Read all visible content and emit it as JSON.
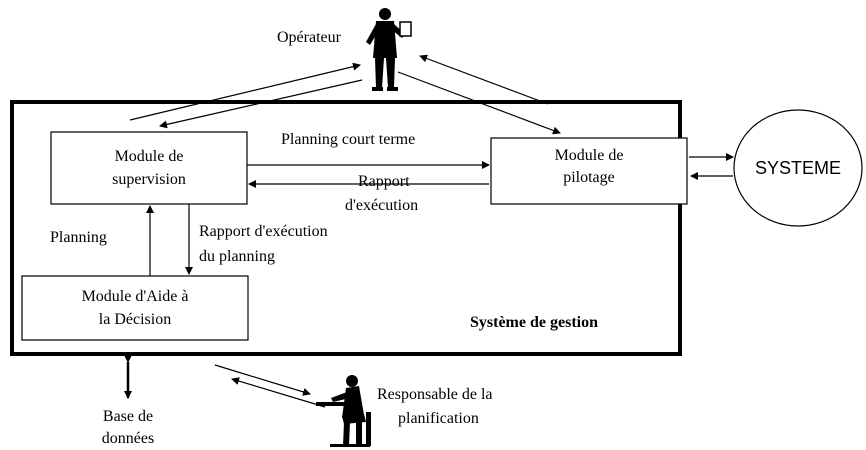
{
  "operator": {
    "label": "Opérateur"
  },
  "modules": {
    "supervision": {
      "line1": "Module de",
      "line2": "supervision"
    },
    "pilotage": {
      "line1": "Module de",
      "line2": "pilotage"
    },
    "aide_decision": {
      "line1": "Module d'Aide à",
      "line2": "la Décision"
    }
  },
  "flows": {
    "planning_court_terme": "Planning court terme",
    "rapport": "Rapport",
    "execution": "d'exécution",
    "planning": "Planning",
    "rapport_execution_line1": "Rapport d'exécution",
    "rapport_execution_line2": "du planning"
  },
  "management_system": {
    "label": "Système de gestion"
  },
  "external_system": {
    "label": "SYSTEME"
  },
  "database": {
    "line1": "Base de",
    "line2": "données"
  },
  "planner": {
    "line1": "Responsable de la",
    "line2": "planification"
  },
  "icons": [
    "operator-figure-icon",
    "planner-figure-icon"
  ]
}
